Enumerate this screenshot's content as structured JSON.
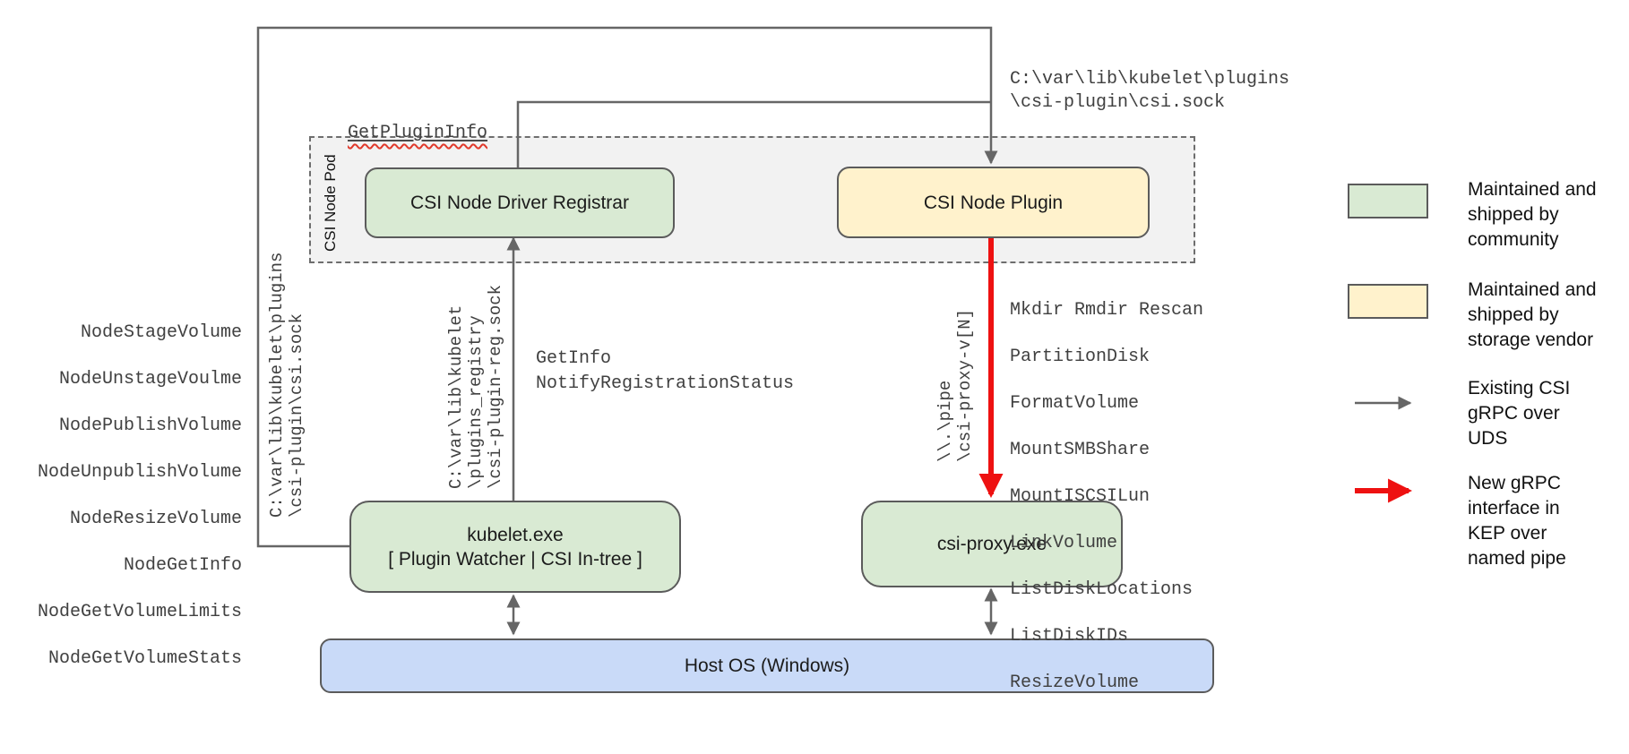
{
  "diagram": {
    "pod": {
      "label": "CSI Node Pod"
    },
    "nodes": {
      "registrar": {
        "label": "CSI Node Driver Registrar"
      },
      "plugin": {
        "label": "CSI Node Plugin"
      },
      "kubelet": {
        "line1": "kubelet.exe",
        "line2": "[ Plugin Watcher | CSI In-tree ]"
      },
      "csi_proxy": {
        "label": "csi-proxy.exe"
      },
      "host_os": {
        "label": "Host OS (Windows)"
      }
    },
    "annotations": {
      "get_plugin_info": "GetPluginInfo",
      "csi_sock_path": "C:\\var\\lib\\kubelet\\plugins\n\\csi-plugin\\csi.sock",
      "csi_sock_path_vertical": "C:\\var\\lib\\kubelet\\plugins\n\\csi-plugin\\csi.sock",
      "registry_sock_path_vertical": "C:\\var\\lib\\kubelet\n\\plugins_registry\n\\csi-plugin-reg.sock",
      "named_pipe_vertical": "\\\\.\\pipe\n\\csi-proxy-v[N]",
      "registrar_calls": "GetInfo\nNotifyRegistrationStatus",
      "node_calls": [
        "NodeStageVolume",
        "NodeUnstageVoulme",
        "NodePublishVolume",
        "NodeUnpublishVolume",
        "NodeResizeVolume",
        "NodeGetInfo",
        "NodeGetVolumeLimits",
        "NodeGetVolumeStats"
      ],
      "proxy_calls": [
        "Mkdir Rmdir Rescan",
        "PartitionDisk",
        "FormatVolume",
        "MountSMBShare",
        "MountISCSILun",
        "LinkVolume",
        "ListDiskLocations",
        "ListDiskIDs",
        "ResizeVolume"
      ]
    },
    "legend": [
      {
        "swatch": "community-green-box",
        "text": "Maintained and\nshipped by\ncommunity"
      },
      {
        "swatch": "vendor-yellow-box",
        "text": "Maintained and\nshipped by\nstorage vendor"
      },
      {
        "swatch": "gray-arrow",
        "text": "Existing CSI\ngRPC over\nUDS"
      },
      {
        "swatch": "red-arrow",
        "text": "New gRPC\ninterface in\nKEP over\nnamed pipe"
      }
    ],
    "colors": {
      "community_green": "#d9ead3",
      "vendor_yellow": "#fff2cc",
      "host_blue": "#c9daf8",
      "pod_gray": "#f2f2f2",
      "line_gray": "#666666",
      "new_grpc_red": "#ee1111"
    }
  }
}
